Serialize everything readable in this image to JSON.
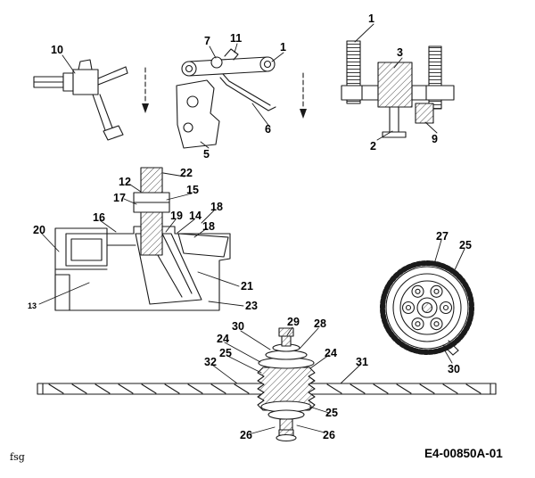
{
  "page": {
    "footer_left": "fsg",
    "drawing_number": "E4-00850A-01",
    "background": "#ffffff",
    "ink": "#1a1a1a"
  },
  "labels": [
    "10",
    "7",
    "11",
    "1",
    "6",
    "5",
    "1",
    "3",
    "2",
    "9",
    "12",
    "22",
    "15",
    "17",
    "18",
    "19",
    "14",
    "18",
    "16",
    "20",
    "13",
    "21",
    "23",
    "27",
    "25",
    "30",
    "30",
    "29",
    "28",
    "24",
    "25",
    "24",
    "32",
    "31",
    "25",
    "26",
    "26"
  ]
}
